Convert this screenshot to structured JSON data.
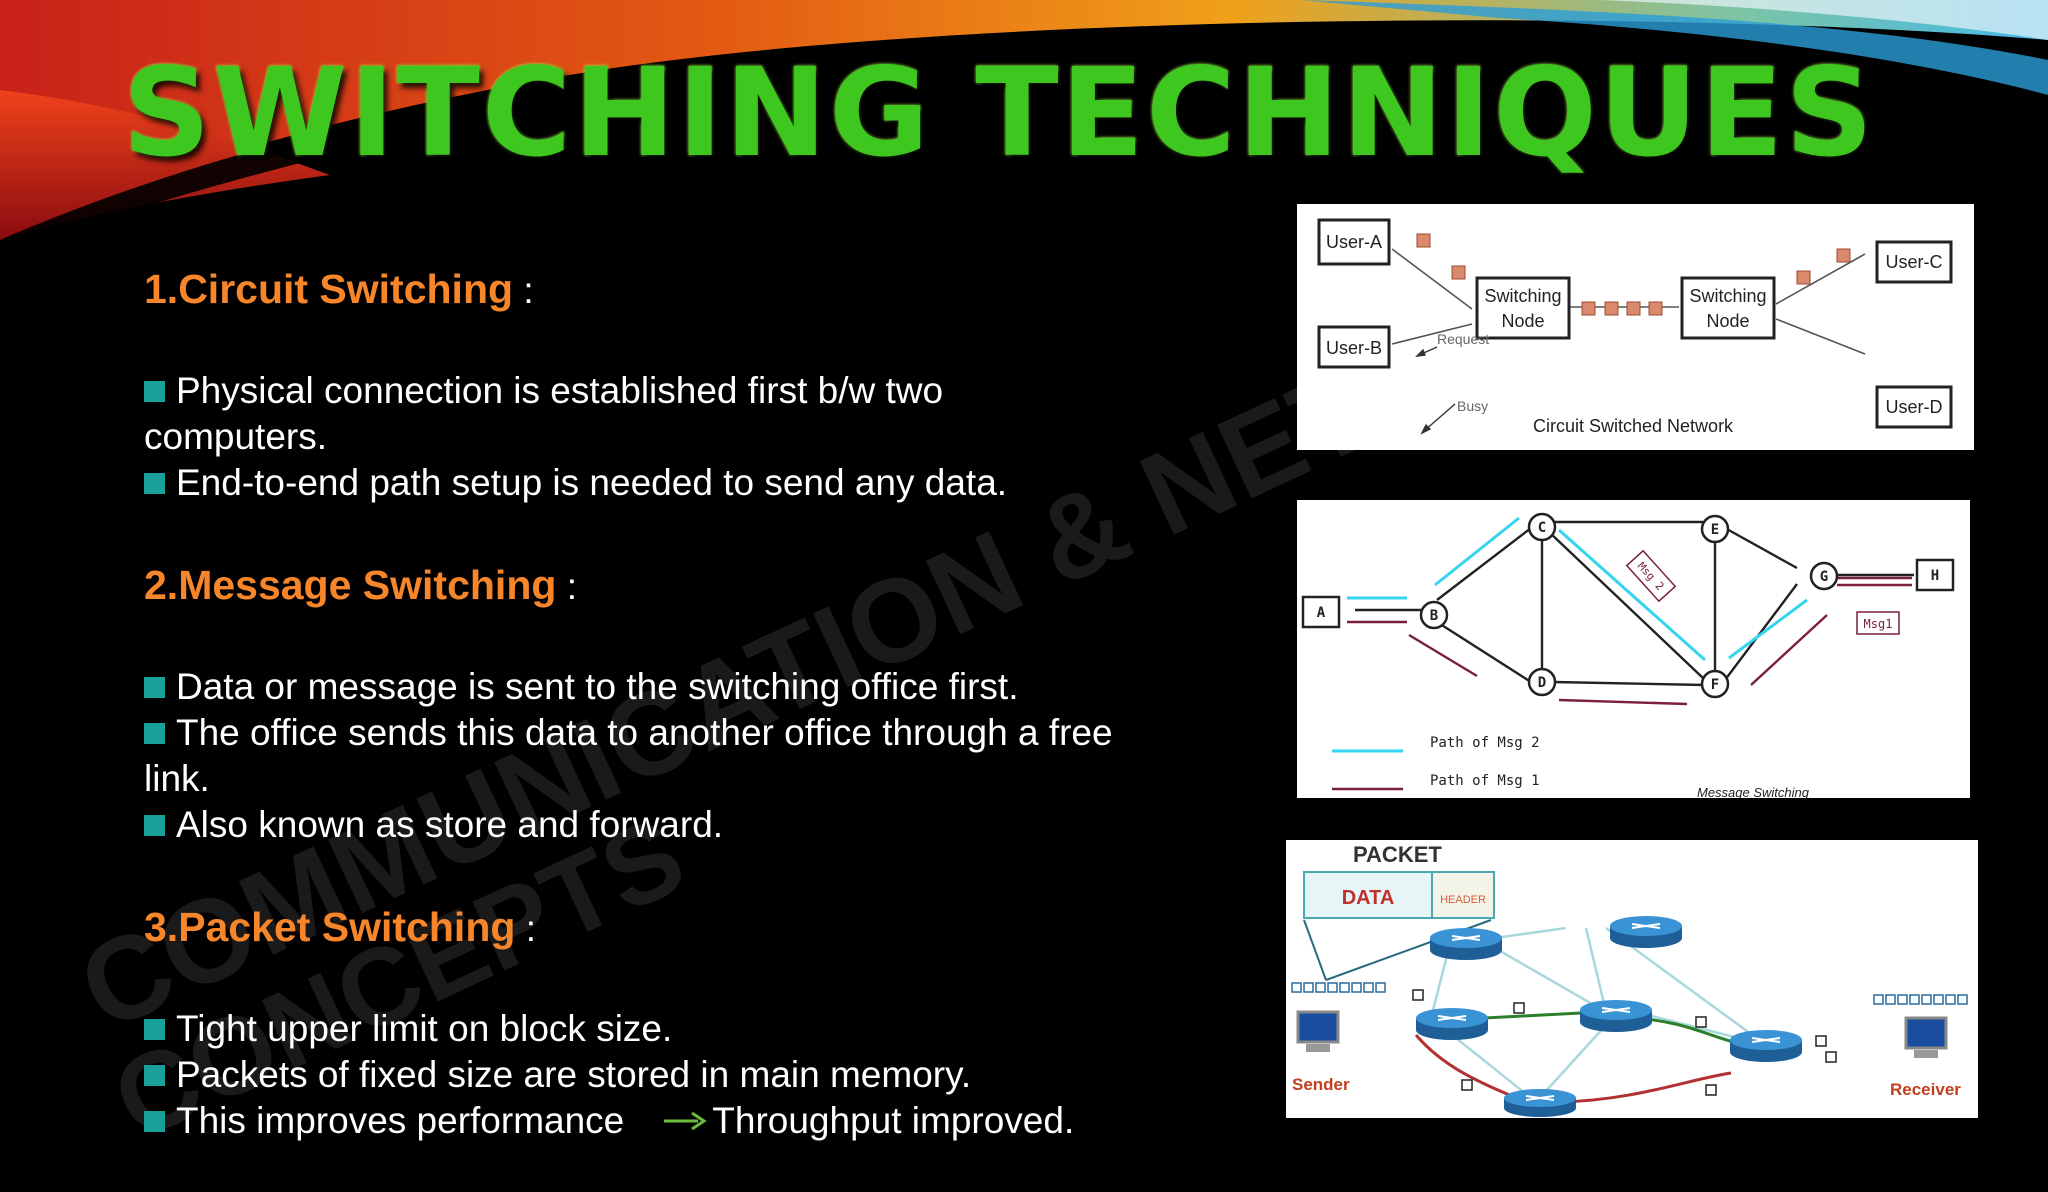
{
  "title": "SWITCHING TECHNIQUES",
  "watermark": {
    "line1": "COMMUNICATION & NETWORK",
    "line2": "CONCEPTS"
  },
  "sections": [
    {
      "heading": "1.Circuit Switching",
      "bullets": [
        "Physical connection is established first b/w two",
        "computers.",
        "End-to-end path setup is needed to send any data."
      ]
    },
    {
      "heading": "2.Message Switching",
      "bullets": [
        "Data or message is sent to the switching office first.",
        "The office sends this data to another office through a free",
        "link.",
        "Also known as store and forward."
      ]
    },
    {
      "heading": "3.Packet Switching",
      "bullets": [
        "Tight upper limit on block size.",
        "Packets of fixed size are stored in main memory.",
        "This improves performance",
        "Throughput improved."
      ]
    }
  ],
  "colon": ":",
  "diagram_circuit": {
    "user_a": "User-A",
    "user_b": "User-B",
    "user_c": "User-C",
    "user_d": "User-D",
    "switch_line1": "Switching",
    "switch_line2": "Node",
    "request": "Request",
    "busy": "Busy",
    "caption": "Circuit Switched Network"
  },
  "diagram_message": {
    "nodes": [
      "A",
      "B",
      "C",
      "D",
      "E",
      "F",
      "G",
      "H"
    ],
    "msg1": "Msg1",
    "msg2": "Msg 2",
    "legend_msg2": "Path of Msg 2",
    "legend_msg1": "Path of Msg 1",
    "caption": "Message Switching",
    "colors": {
      "msg2": "#35d4ef",
      "msg1": "#7a2038"
    }
  },
  "diagram_packet": {
    "packet": "PACKET",
    "data": "DATA",
    "header": "HEADER",
    "sender": "Sender",
    "receiver": "Receiver",
    "colors": {
      "router": "#2d86c9",
      "path_green": "#2a7f2a",
      "path_red": "#b23030",
      "link": "#a8d8dc"
    }
  },
  "colors": {
    "title": "#3ec81f",
    "heading": "#f7862a",
    "bullet_square": "#1aa09a",
    "arrow": "#6dbb3a"
  }
}
